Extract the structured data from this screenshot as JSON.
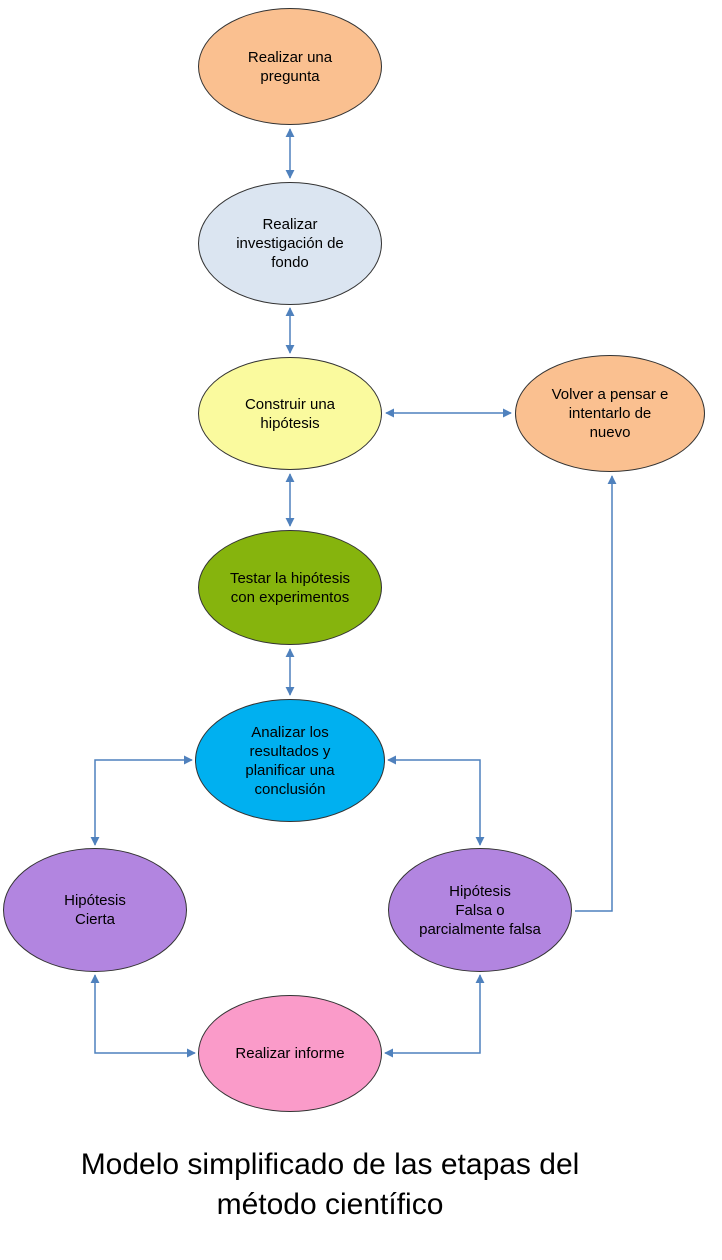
{
  "colors": {
    "arrow": "#4F81BD",
    "outline": "#333333",
    "background": "#FFFFFF",
    "text": "#000000"
  },
  "nodes": [
    {
      "id": "pregunta",
      "label": "Realizar una\npregunta",
      "fill": "#FAC090"
    },
    {
      "id": "investigacion",
      "label": "Realizar\ninvestigación de\nfondo",
      "fill": "#DBE5F1"
    },
    {
      "id": "hipotesis",
      "label": "Construir una\nhipótesis",
      "fill": "#FAFA9E"
    },
    {
      "id": "volver",
      "label": "Volver a pensar e\nintentarlo de\nnuevo",
      "fill": "#FAC090"
    },
    {
      "id": "testar",
      "label": "Testar la hipótesis\ncon experimentos",
      "fill": "#86B40D"
    },
    {
      "id": "analizar",
      "label": "Analizar los\nresultados y\nplanificar una\nconclusión",
      "fill": "#00B0F0"
    },
    {
      "id": "cierta",
      "label": "Hipótesis\nCierta",
      "fill": "#B285E0"
    },
    {
      "id": "falsa",
      "label": "Hipótesis\nFalsa o\nparcialmente falsa",
      "fill": "#B285E0"
    },
    {
      "id": "informe",
      "label": "Realizar informe",
      "fill": "#FA9BC9"
    }
  ],
  "edges": [
    {
      "from": "pregunta",
      "to": "investigacion",
      "bidirectional": true
    },
    {
      "from": "investigacion",
      "to": "hipotesis",
      "bidirectional": true
    },
    {
      "from": "hipotesis",
      "to": "volver",
      "bidirectional": true
    },
    {
      "from": "hipotesis",
      "to": "testar",
      "bidirectional": true
    },
    {
      "from": "testar",
      "to": "analizar",
      "bidirectional": true
    },
    {
      "from": "analizar",
      "to": "cierta",
      "bidirectional": true
    },
    {
      "from": "analizar",
      "to": "falsa",
      "bidirectional": true
    },
    {
      "from": "cierta",
      "to": "informe",
      "bidirectional": true
    },
    {
      "from": "falsa",
      "to": "informe",
      "bidirectional": true
    },
    {
      "from": "falsa",
      "to": "volver",
      "bidirectional": false
    }
  ],
  "caption": "Modelo simplificado de las etapas del\nmétodo científico"
}
